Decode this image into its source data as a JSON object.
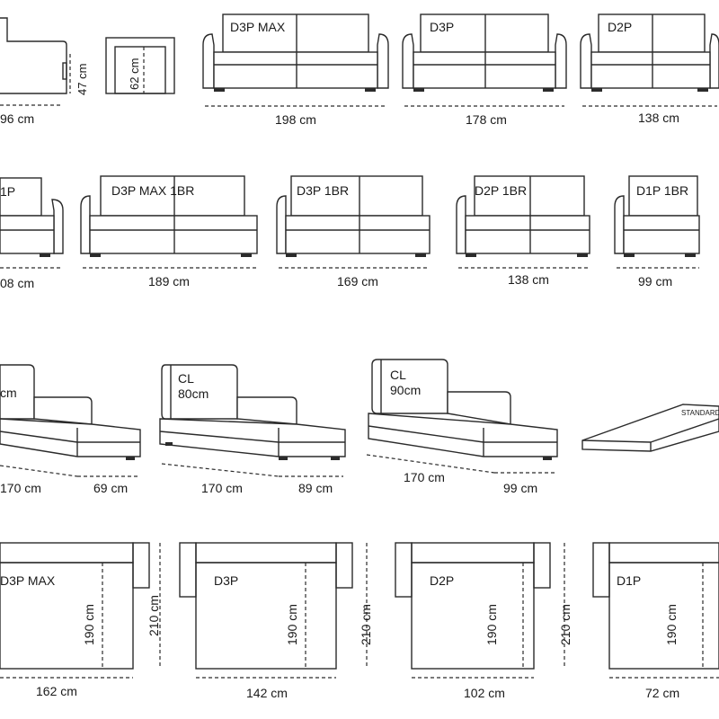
{
  "row1": {
    "side_width": "96 cm",
    "side_height": "47 cm",
    "arm_height": "62 cm",
    "d3p_max_label": "D3P MAX",
    "d3p_max_width": "198 cm",
    "d3p_label": "D3P",
    "d3p_width": "178 cm",
    "d2p_label": "D2P",
    "d2p_width": "138 cm"
  },
  "row2": {
    "d1p_label": "1P",
    "d1p_width": "08 cm",
    "d3p_max_1br_label": "D3P MAX 1BR",
    "d3p_max_1br_width": "189 cm",
    "d3p_1br_label": "D3P 1BR",
    "d3p_1br_width": "169 cm",
    "d2p_1br_label": "D2P 1BR",
    "d2p_1br_width": "138 cm",
    "d1p_1br_label": "D1P 1BR",
    "d1p_1br_width": "99 cm"
  },
  "row3": {
    "cl_a_label": "cm",
    "cl_a_length": "170 cm",
    "cl_a_width": "69 cm",
    "cl_b_label": "CL",
    "cl_b_size": "80cm",
    "cl_b_length": "170 cm",
    "cl_b_width": "89 cm",
    "cl_c_label": "CL",
    "cl_c_size": "90cm",
    "cl_c_length": "170 cm",
    "cl_c_width": "99 cm",
    "mattress_label": "STANDARD"
  },
  "row4": {
    "bed_d3p_max_label": "D3P MAX",
    "bed_d3p_max_width": "162 cm",
    "bed_d3p_max_sleep": "190 cm",
    "bed_d3p_max_total": "210 cm",
    "bed_d3p_label": "D3P",
    "bed_d3p_width": "142 cm",
    "bed_d3p_sleep": "190 cm",
    "bed_d3p_total": "210 cm",
    "bed_d2p_label": "D2P",
    "bed_d2p_width": "102 cm",
    "bed_d2p_sleep": "190 cm",
    "bed_d2p_total": "210 cm",
    "bed_d1p_label": "D1P",
    "bed_d1p_width": "72 cm",
    "bed_d1p_sleep": "190 cm"
  }
}
